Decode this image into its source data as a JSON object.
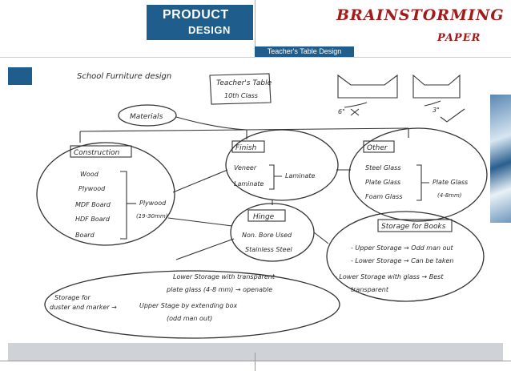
{
  "header": {
    "title_line1": "PRODUCT",
    "title_line2": "DESIGN",
    "brand_line1": "BRAINSTORMING",
    "brand_line2": "PAPER",
    "subtitle": "Teacher's Table Design"
  },
  "sketch": {
    "heading": "School Furniture design",
    "table_title_line1": "Teacher's Table",
    "table_title_line2": "10th Class",
    "shape_label_left": "6\"",
    "shape_label_right": "3\"",
    "materials": "Materials",
    "construction": {
      "title": "Construction",
      "items": [
        "Wood",
        "Plywood",
        "MDF Board",
        "HDF Board",
        "Board"
      ],
      "result": "Plywood",
      "result_note": "(19-30mm)"
    },
    "finish": {
      "title": "Finish",
      "items": [
        "Veneer",
        "Laminate"
      ],
      "result": "Laminate"
    },
    "other": {
      "title": "Other",
      "items": [
        "Steel Glass",
        "Plate Glass",
        "Foam Glass"
      ],
      "result": "Plate Glass",
      "result_note": "(4-8mm)"
    },
    "hinge": {
      "title": "Hinge",
      "line1": "Non. Bore Used",
      "line2": "Stainless Steel"
    },
    "storage_books": {
      "title": "Storage for Books",
      "lines": [
        "- Upper Storage → Odd man out",
        "- Lower Storage → Can be taken",
        "- Lower Storage with glass → Best",
        "transparent"
      ]
    },
    "storage_duster": {
      "label_line1": "Storage for",
      "label_line2": "duster and marker →",
      "lines": [
        "Lower Storage with transparent",
        "plate glass (4-8 mm) → openable",
        "Upper Stage by extending box",
        "(odd man out)"
      ]
    }
  }
}
